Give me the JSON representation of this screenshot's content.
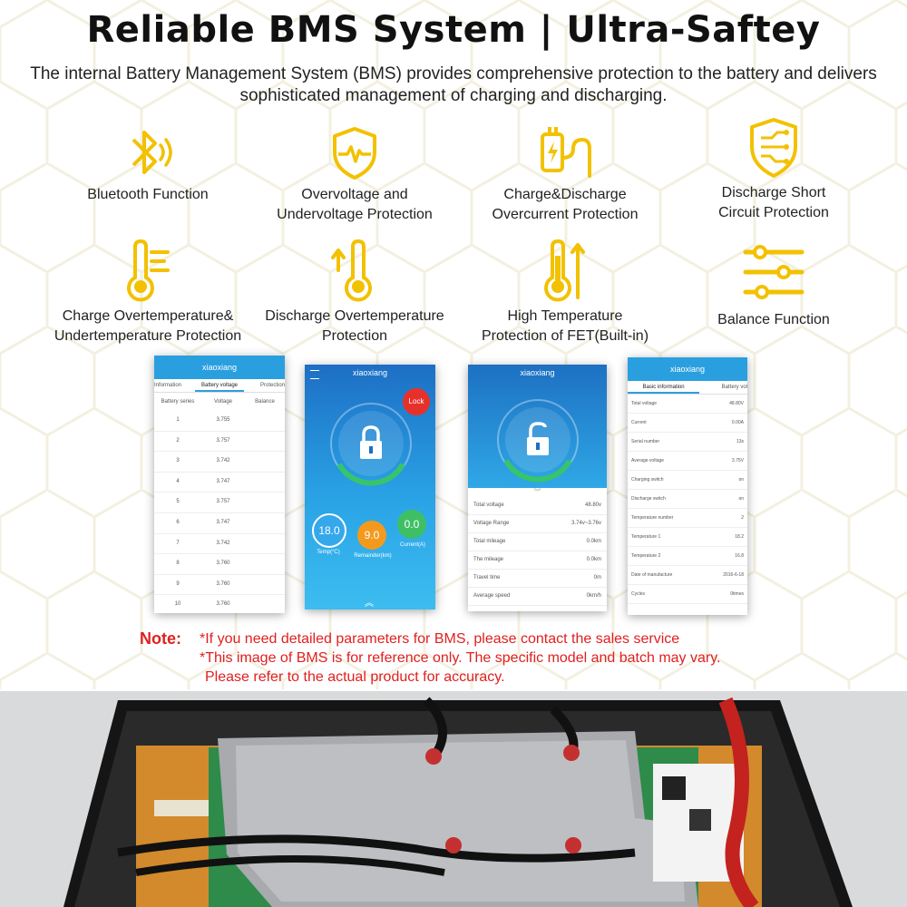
{
  "header": {
    "title": "Reliable BMS System | Ultra-Saftey",
    "subtitle": "The internal Battery Management System (BMS) provides comprehensive protection to the battery and delivers sophisticated management of charging and discharging."
  },
  "colors": {
    "accent": "#f2c100",
    "note": "#e02020",
    "app_blue": "#2a9fe0"
  },
  "features": [
    {
      "icon": "bluetooth-icon",
      "line1": "Bluetooth Function",
      "line2": ""
    },
    {
      "icon": "shield-pulse-icon",
      "line1": "Overvoltage and",
      "line2": "Undervoltage Protection"
    },
    {
      "icon": "charging-plug-icon",
      "line1": "Charge&Discharge",
      "line2": "Overcurrent Protection"
    },
    {
      "icon": "circuit-shield-icon",
      "line1": "Discharge Short",
      "line2": "Circuit Protection"
    },
    {
      "icon": "thermometer-icon",
      "line1": "Charge Overtemperature&",
      "line2": "Undertemperature Protection"
    },
    {
      "icon": "thermometer-up-icon",
      "line1": "Discharge Overtemperature",
      "line2": "Protection"
    },
    {
      "icon": "thermometer-fet-icon",
      "line1": "High Temperature",
      "line2": "Protection of FET(Built-in)"
    },
    {
      "icon": "sliders-icon",
      "line1": "Balance Function",
      "line2": ""
    }
  ],
  "phones": {
    "voltage": {
      "tabs": [
        "Information",
        "Battery voltage",
        "Protection"
      ],
      "columns": [
        "Battery series",
        "Voltage",
        "Balance"
      ],
      "rows": [
        [
          "1",
          "3.755"
        ],
        [
          "2",
          "3.757"
        ],
        [
          "3",
          "3.742"
        ],
        [
          "4",
          "3.747"
        ],
        [
          "5",
          "3.757"
        ],
        [
          "6",
          "3.747"
        ],
        [
          "7",
          "3.742"
        ],
        [
          "8",
          "3.760"
        ],
        [
          "9",
          "3.760"
        ],
        [
          "10",
          "3.760"
        ]
      ]
    },
    "lock": {
      "app_name": "xiaoxiang",
      "lock_button": "Lock",
      "temp_value": "18.0",
      "temp_label": "Temp(°C)",
      "remain_value": "9.0",
      "remain_label": "Remainder(km)",
      "current_value": "0.0",
      "current_label": "Current(A)"
    },
    "unlock": {
      "app_name": "xiaoxiang",
      "rows": [
        [
          "Total voltage",
          "48.80v"
        ],
        [
          "Voltage Range",
          "3.74v~3.76v"
        ],
        [
          "Total mileage",
          "0.0km"
        ],
        [
          "The mileage",
          "0.0km"
        ],
        [
          "Travel time",
          "0m"
        ],
        [
          "Average speed",
          "0km/h"
        ]
      ]
    },
    "basic": {
      "tabs": [
        "Basic information",
        "Battery vol"
      ],
      "rows": [
        [
          "Total voltage",
          "48.80V"
        ],
        [
          "Current",
          "0.00A"
        ],
        [
          "Serial number",
          "13s"
        ],
        [
          "Average voltage",
          "3.75V"
        ],
        [
          "Charging switch",
          "on"
        ],
        [
          "Discharge switch",
          "on"
        ],
        [
          "Temperature number",
          "2"
        ],
        [
          "Temperature 1",
          "18.2"
        ],
        [
          "Temperature 2",
          "16.8"
        ],
        [
          "Date of manufacture",
          "2016-6-18"
        ],
        [
          "Cycles",
          "0times"
        ]
      ]
    }
  },
  "note": {
    "label": "Note:",
    "line1": "*If you need detailed parameters for BMS, please contact the sales service",
    "line2": "*This image of BMS is for reference only. The specific model and batch may vary.",
    "line3": "Please refer to the actual product for accuracy."
  }
}
